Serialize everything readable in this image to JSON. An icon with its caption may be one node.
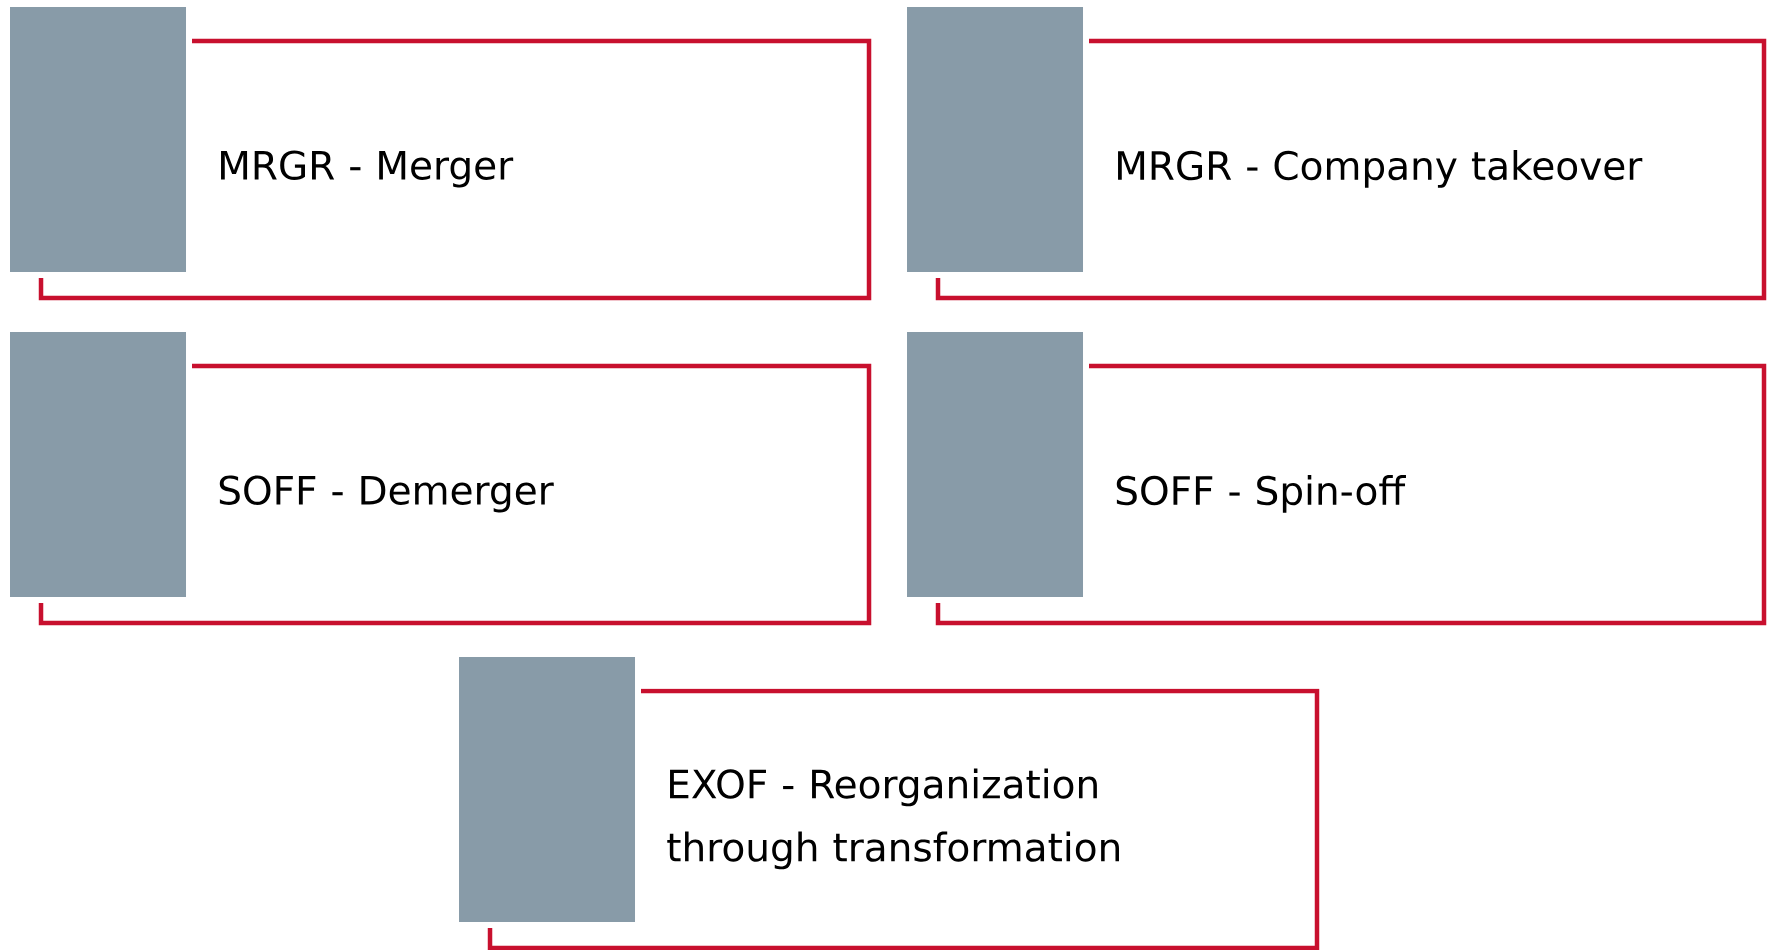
{
  "diagram": {
    "nodes": [
      {
        "text": [
          "MRGR - Merger"
        ]
      },
      {
        "text": [
          "MRGR - Company takeover"
        ]
      },
      {
        "text": [
          "SOFF - Demerger"
        ]
      },
      {
        "text": [
          "SOFF - Spin-off"
        ]
      },
      {
        "text": [
          "EXOF - Reorganization through transformation"
        ]
      }
    ]
  }
}
